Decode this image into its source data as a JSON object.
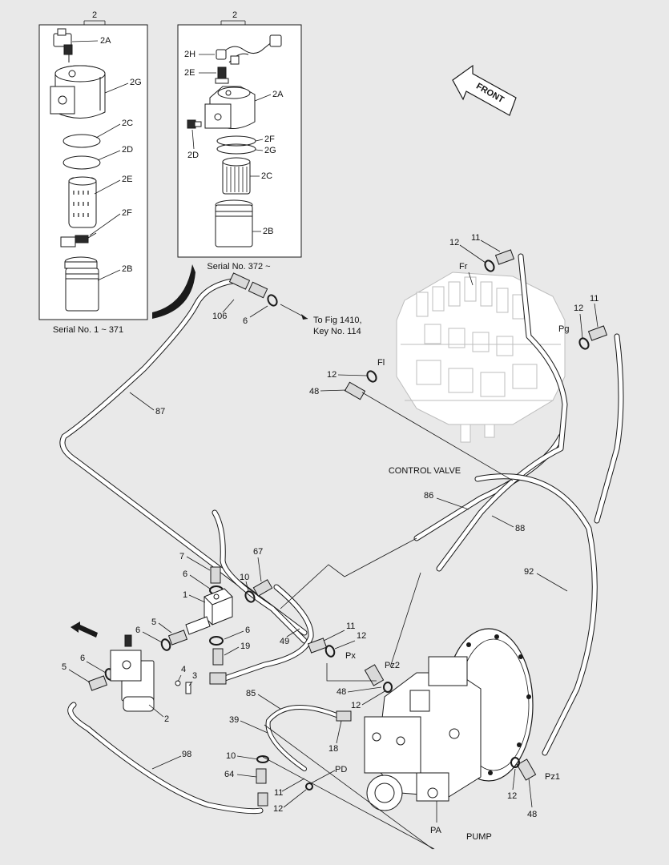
{
  "inset_left": {
    "top_label": "2",
    "caption": "Serial No. 1 ~ 371",
    "parts": [
      "2A",
      "2G",
      "2C",
      "2D",
      "2E",
      "2F",
      "2B"
    ]
  },
  "inset_right": {
    "top_label": "2",
    "caption": "Serial No. 372 ~",
    "parts": [
      "2H",
      "2E",
      "2A",
      "2D",
      "2F",
      "2G",
      "2C",
      "2B"
    ]
  },
  "front_label": "FRONT",
  "ref_note": {
    "line1": "To Fig 1410,",
    "line2": "Key No. 114"
  },
  "ports": {
    "fr": "Fr",
    "pg": "Pg",
    "fl": "Fl",
    "px": "Px",
    "pz2": "Pz2",
    "pz1": "Pz1",
    "pd": "PD",
    "pa": "PA"
  },
  "components": {
    "control_valve": "CONTROL VALVE",
    "pump": "PUMP"
  },
  "callouts": {
    "c106": "106",
    "c6a": "6",
    "c87": "87",
    "c12_fr": "12",
    "c11_fr": "11",
    "c12_pg": "12",
    "c11_pg": "11",
    "c12_fl": "12",
    "c48_top": "48",
    "c86": "86",
    "c88": "88",
    "c92": "92",
    "c7": "7",
    "c67": "67",
    "c6b": "6",
    "c10a": "10",
    "c1": "1",
    "c5a": "5",
    "c6c": "6",
    "c6d": "6",
    "c19": "19",
    "c49": "49",
    "c11_px": "11",
    "c12_px": "12",
    "c6e": "6",
    "c5b": "5",
    "c4": "4",
    "c3": "3",
    "c2": "2",
    "c48_mid": "48",
    "c12_mid": "12",
    "c85": "85",
    "c39": "39",
    "c18": "18",
    "c98": "98",
    "c10b": "10",
    "c64": "64",
    "c11_b": "11",
    "c12_b": "12",
    "c12_pz1": "12",
    "c48_bot": "48"
  }
}
